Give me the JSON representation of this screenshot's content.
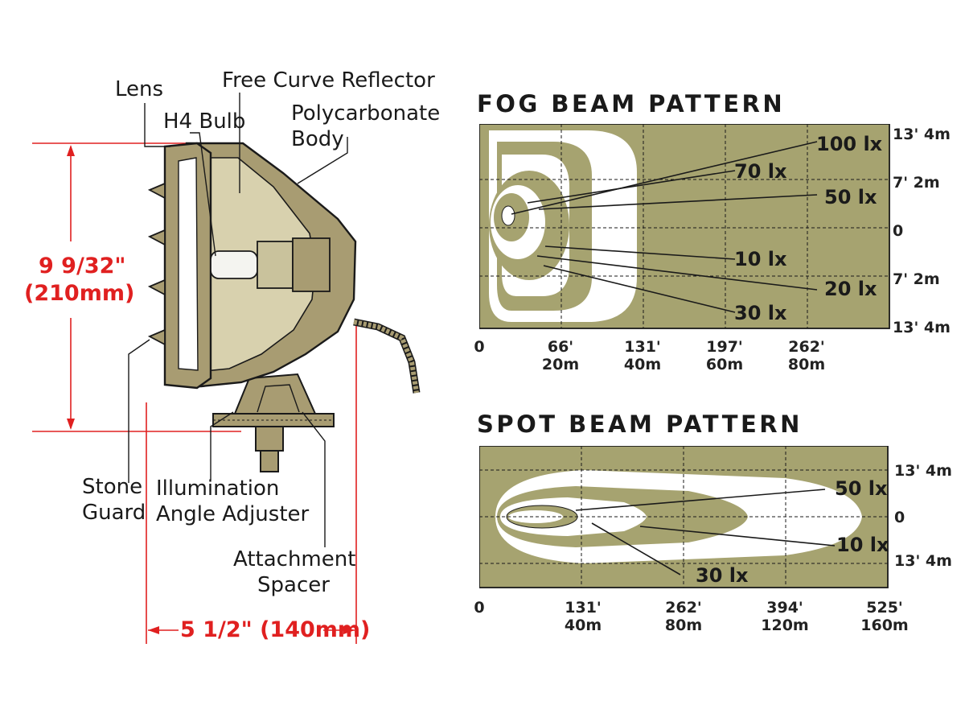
{
  "colors": {
    "beam_fill": "#a6a370",
    "beam_light": "#ffffff",
    "housing": "#a89c72",
    "dimension": "#e02020",
    "line": "#1a1a1a"
  },
  "labels": {
    "lens": "Lens",
    "h4_bulb": "H4 Bulb",
    "reflector": "Free Curve Reflector",
    "body_1": "Polycarbonate",
    "body_2": "Body",
    "stone_guard_1": "Stone",
    "stone_guard_2": "Guard",
    "adjuster_1": "Illumination",
    "adjuster_2": "Angle Adjuster",
    "spacer_1": "Attachment",
    "spacer_2": "Spacer",
    "height_1": "9 9/32\"",
    "height_2": "(210mm)",
    "width": "5 1/2\" (140mm)"
  },
  "fog": {
    "title": "FOG BEAM PATTERN",
    "x_ticks": [
      {
        "top": "0",
        "bottom": ""
      },
      {
        "top": "66'",
        "bottom": "20m"
      },
      {
        "top": "131'",
        "bottom": "40m"
      },
      {
        "top": "197'",
        "bottom": "60m"
      },
      {
        "top": "262'",
        "bottom": "80m"
      }
    ],
    "y_ticks": [
      "13' 4m",
      "7' 2m",
      "0",
      "7' 2m",
      "13' 4m"
    ],
    "lux": [
      "100 lx",
      "70 lx",
      "50 lx",
      "10 lx",
      "20 lx",
      "30 lx"
    ]
  },
  "spot": {
    "title": "SPOT BEAM PATTERN",
    "x_ticks": [
      {
        "top": "0",
        "bottom": ""
      },
      {
        "top": "131'",
        "bottom": "40m"
      },
      {
        "top": "262'",
        "bottom": "80m"
      },
      {
        "top": "394'",
        "bottom": "120m"
      },
      {
        "top": "525'",
        "bottom": "160m"
      }
    ],
    "y_ticks": [
      "13' 4m",
      "0",
      "13' 4m"
    ],
    "lux": [
      "50 lx",
      "10 lx",
      "30 lx"
    ]
  }
}
